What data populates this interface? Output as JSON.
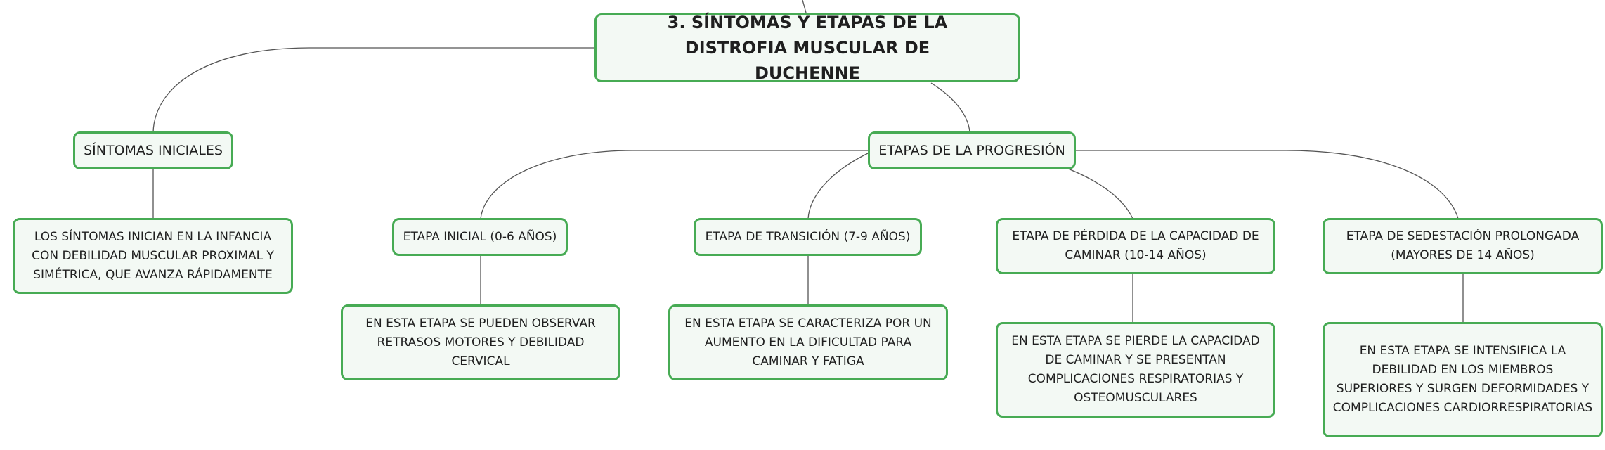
{
  "diagram": {
    "root": "3. SÍNTOMAS Y ETAPAS DE LA DISTROFIA MUSCULAR DE DUCHENNE",
    "sintomas": {
      "label": "SÍNTOMAS INICIALES",
      "detail": "LOS SÍNTOMAS INICIAN EN LA INFANCIA CON DEBILIDAD MUSCULAR PROXIMAL Y SIMÉTRICA, QUE AVANZA RÁPIDAMENTE"
    },
    "etapas": {
      "label": "ETAPAS DE LA PROGRESIÓN",
      "stages": [
        {
          "label": "ETAPA INICIAL (0-6 AÑOS)",
          "detail": "EN ESTA ETAPA SE PUEDEN OBSERVAR RETRASOS MOTORES Y DEBILIDAD CERVICAL"
        },
        {
          "label": "ETAPA DE TRANSICIÓN (7-9 AÑOS)",
          "detail": "EN ESTA ETAPA SE CARACTERIZA POR UN AUMENTO EN LA DIFICULTAD PARA CAMINAR Y FATIGA"
        },
        {
          "label": "ETAPA DE PÉRDIDA DE LA CAPACIDAD DE CAMINAR (10-14 AÑOS)",
          "detail": "EN ESTA ETAPA SE PIERDE LA CAPACIDAD DE CAMINAR Y SE PRESENTAN COMPLICACIONES RESPIRATORIAS Y OSTEOMUSCULARES"
        },
        {
          "label": "ETAPA DE SEDESTACIÓN PROLONGADA (MAYORES DE 14 AÑOS)",
          "detail": "EN ESTA ETAPA SE INTENSIFICA LA DEBILIDAD EN LOS MIEMBROS SUPERIORES Y SURGEN DEFORMIDADES Y COMPLICACIONES CARDIORRESPIRATORIAS"
        }
      ]
    }
  },
  "colors": {
    "border": "#47ab54",
    "fill": "#f3f9f4",
    "line": "#555555"
  }
}
